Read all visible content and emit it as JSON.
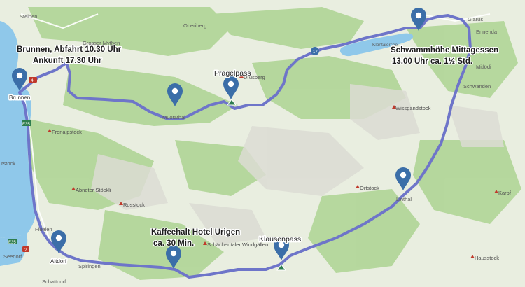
{
  "annotations": {
    "brunnen": {
      "line1": "Brunnen, Abfahrt 10.30 Uhr",
      "line2": "Ankunft 17.30 Uhr"
    },
    "pragelpass": {
      "label": "Pragelpass"
    },
    "lunch": {
      "line1": "Schwammhöhe Mittagessen",
      "line2": "13.00 Uhr ca. 1½ Std."
    },
    "coffee": {
      "line1": "Kaffeehalt Hotel Urigen",
      "line2": "ca. 30 Min."
    },
    "klausenpass": {
      "label": "Klausenpass"
    }
  },
  "places": {
    "steinen": "Steinen",
    "oberiberg": "Oberiberg",
    "mythen": "Grosser Mythen",
    "brunnen": "Brunnen",
    "muotathal": "Muotathal",
    "drusberg": "Drusberg",
    "kloental": "Klöntalersee",
    "glarus": "Glarus",
    "ennenda": "Ennenda",
    "mitlodi": "Mitlödi",
    "schwanden": "Schwanden",
    "wissgandstock": "Wissgandstock",
    "fronalpstock": "Fronalpstock",
    "rstock": "rstock",
    "abneter": "Abneter Stöckli",
    "rosstock": "Rosstock",
    "ortstock": "Ortstock",
    "linthal": "Linthal",
    "karpf": "Karpf",
    "flueelen": "Flüelen",
    "seedorf": "Seedorf",
    "altdorf": "Altdorf",
    "schattdorf": "Schattdorf",
    "spiringen": "Spiringen",
    "windgaellen": "Schächentaler Windgällen",
    "hausstock": "Hausstock"
  },
  "road_labels": {
    "a4": "4",
    "e35": "E35",
    "e35b": "E35",
    "a2": "2",
    "a17": "17"
  },
  "colors": {
    "lake": "#8fc8ea",
    "route": "#6e75c9",
    "marker": "#3b6ea8",
    "terrain": "#e9eee0",
    "forest": "#a9d08e"
  },
  "markers": [
    {
      "name": "marker-brunnen",
      "icon": "map-pin-icon"
    },
    {
      "name": "marker-muotathal",
      "icon": "map-pin-icon"
    },
    {
      "name": "marker-pragelpass",
      "icon": "map-pin-icon"
    },
    {
      "name": "marker-glarus",
      "icon": "map-pin-icon"
    },
    {
      "name": "marker-linthal",
      "icon": "map-pin-icon"
    },
    {
      "name": "marker-altdorf",
      "icon": "map-pin-icon"
    },
    {
      "name": "marker-urigen",
      "icon": "map-pin-icon"
    },
    {
      "name": "marker-klausenpass",
      "icon": "map-pin-icon"
    }
  ]
}
